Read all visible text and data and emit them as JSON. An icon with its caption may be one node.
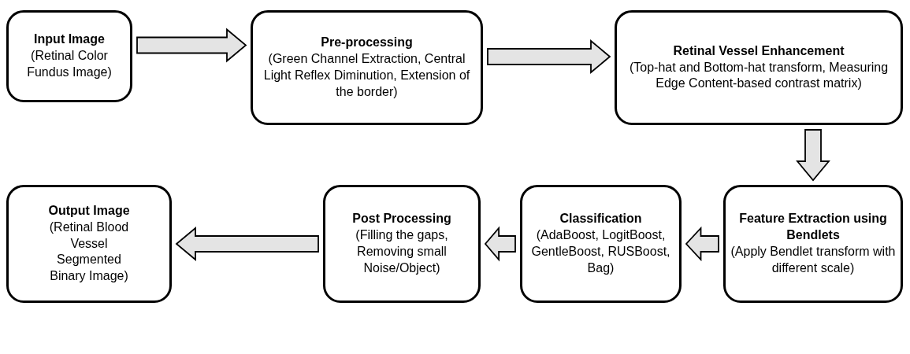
{
  "diagram": {
    "nodes": [
      {
        "text": [
          "Input Image",
          "(Retinal Color Fundus Image)"
        ]
      },
      {
        "text": [
          "Pre-processing",
          "(Green Channel Extraction, Central Light Reflex Diminution, Extension of the border)"
        ]
      },
      {
        "text": [
          "Retinal Vessel Enhancement",
          "(Top-hat and Bottom-hat transform, Measuring Edge Content-based contrast matrix)"
        ]
      },
      {
        "text": [
          "Feature Extraction using Bendlets",
          "(Apply Bendlet transform with different scale)"
        ]
      },
      {
        "text": [
          "Classification",
          "(AdaBoost, LogitBoost, GentleBoost, RUSBoost, Bag)"
        ]
      },
      {
        "text": [
          "Post Processing",
          "(Filling the gaps, Removing small Noise/Object)"
        ]
      },
      {
        "text": [
          "Output Image",
          "(Retinal Blood Vessel Segmented Binary Image)"
        ]
      }
    ],
    "edges": [
      {
        "from": 0,
        "to": 1,
        "arrow": "to"
      },
      {
        "from": 1,
        "to": 2,
        "arrow": "to"
      },
      {
        "from": 2,
        "to": 3,
        "arrow": "to"
      },
      {
        "from": 3,
        "to": 4,
        "arrow": "to"
      },
      {
        "from": 4,
        "to": 5,
        "arrow": "to"
      },
      {
        "from": 5,
        "to": 6,
        "arrow": "to"
      }
    ]
  }
}
